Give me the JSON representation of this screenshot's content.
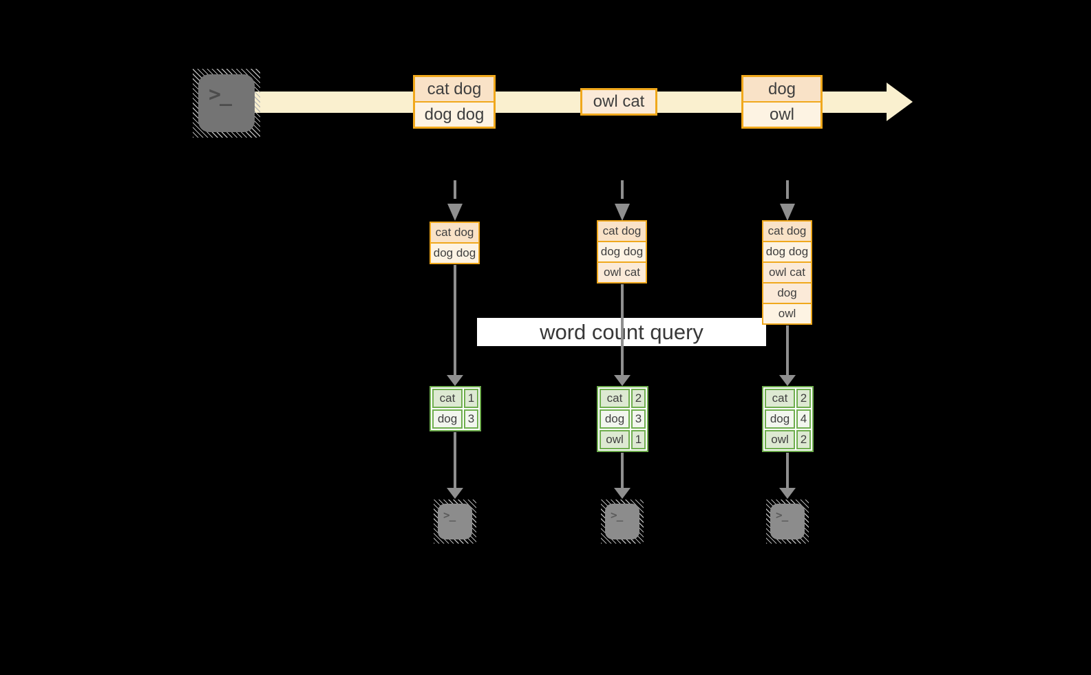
{
  "colors": {
    "background": "#000000",
    "stream_band": "#faf0cf",
    "event_border": "#f0a81c",
    "event_fill_peach": "#f9e2c7",
    "event_fill_mid": "#fbead8",
    "event_fill_cream": "#fdf3e3",
    "table_border": "#6fae4e",
    "table_fill_green": "#dde9d2",
    "table_fill_light": "#f2f6ee",
    "arrow_gray": "#8f8f8f",
    "terminal_gray": "#747474"
  },
  "terminal": {
    "glyph": ">_"
  },
  "query": {
    "label": "word count query"
  },
  "stream": {
    "events": [
      {
        "lines": [
          "cat dog",
          "dog dog"
        ]
      },
      {
        "lines": [
          "owl cat"
        ]
      },
      {
        "lines": [
          "dog",
          "owl"
        ]
      }
    ]
  },
  "columns": [
    {
      "buffer": [
        "cat dog",
        "dog dog"
      ],
      "counts": [
        {
          "word": "cat",
          "count": "1"
        },
        {
          "word": "dog",
          "count": "3"
        }
      ]
    },
    {
      "buffer": [
        "cat dog",
        "dog dog",
        "owl cat"
      ],
      "counts": [
        {
          "word": "cat",
          "count": "2"
        },
        {
          "word": "dog",
          "count": "3"
        },
        {
          "word": "owl",
          "count": "1"
        }
      ]
    },
    {
      "buffer": [
        "cat dog",
        "dog dog",
        "owl cat",
        "dog",
        "owl"
      ],
      "counts": [
        {
          "word": "cat",
          "count": "2"
        },
        {
          "word": "dog",
          "count": "4"
        },
        {
          "word": "owl",
          "count": "2"
        }
      ]
    }
  ]
}
